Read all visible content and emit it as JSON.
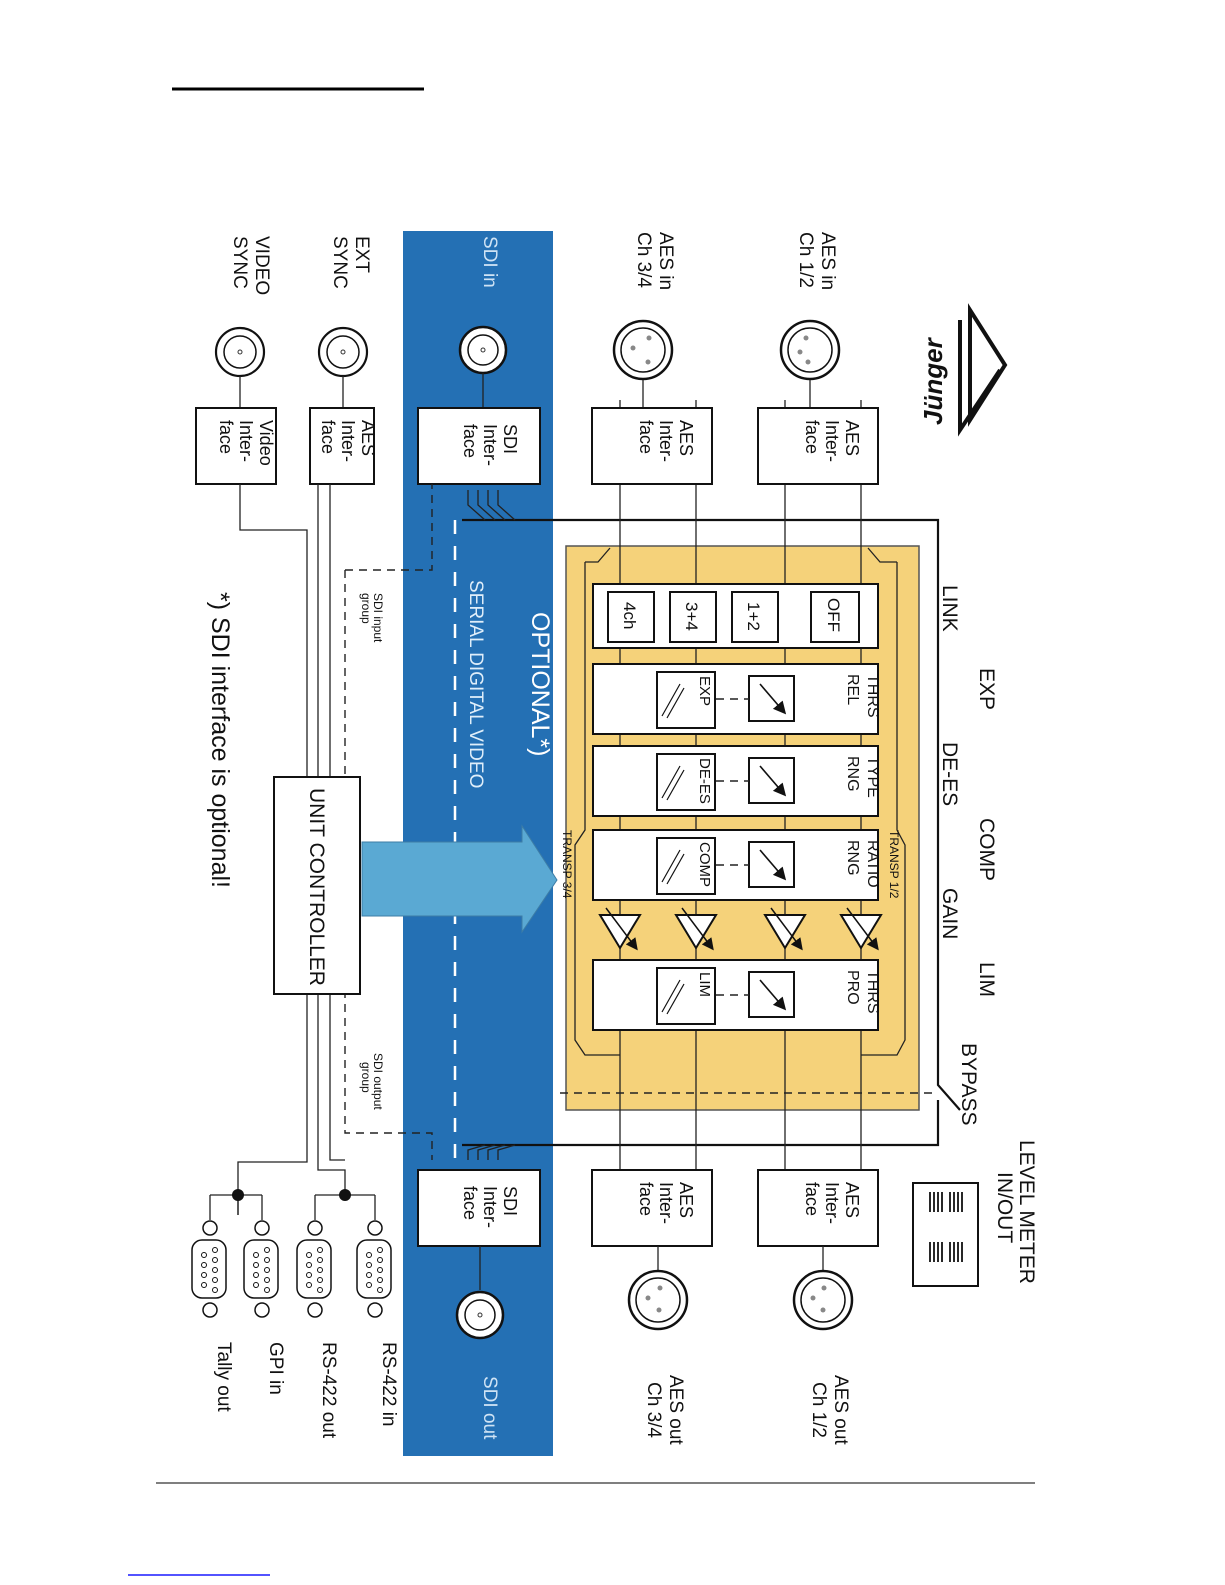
{
  "page": {
    "heading_underline": true,
    "footer_rule": true,
    "footer_link_underline": true
  },
  "colors": {
    "sdi_band": "#2470b4",
    "processing_area": "#f5d27a",
    "arrow": "#5aa9d3",
    "line": "#111111"
  },
  "logo": {
    "brand": "Jünger",
    "icon": "triangle-logo-icon"
  },
  "inputs": [
    {
      "label_line1": "AES in",
      "label_line2": "Ch 1/2",
      "connector": "xlr-connector-icon",
      "iface": [
        "AES",
        "Inter-",
        "face"
      ]
    },
    {
      "label_line1": "AES in",
      "label_line2": "Ch 3/4",
      "connector": "xlr-connector-icon",
      "iface": [
        "AES",
        "Inter-",
        "face"
      ]
    },
    {
      "label_line1": "SDI in",
      "label_line2": "",
      "connector": "bnc-connector-icon",
      "iface": [
        "SDI",
        "Inter-",
        "face"
      ]
    },
    {
      "label_line1": "EXT",
      "label_line2": "SYNC",
      "connector": "bnc-connector-icon",
      "iface": [
        "AES",
        "Inter-",
        "face"
      ]
    },
    {
      "label_line1": "VIDEO",
      "label_line2": "SYNC",
      "connector": "bnc-connector-icon",
      "iface": [
        "Video",
        "Inter-",
        "face"
      ]
    }
  ],
  "outputs": [
    {
      "label_line1": "AES out",
      "label_line2": "Ch 1/2",
      "connector": "xlr-connector-icon",
      "iface": [
        "AES",
        "Inter-",
        "face"
      ]
    },
    {
      "label_line1": "AES out",
      "label_line2": "Ch 3/4",
      "connector": "xlr-connector-icon",
      "iface": [
        "AES",
        "Inter-",
        "face"
      ]
    },
    {
      "label_line1": "SDI out",
      "label_line2": "",
      "connector": "bnc-connector-icon",
      "iface": [
        "SDI",
        "Inter-",
        "face"
      ]
    }
  ],
  "serial_ports": [
    {
      "label": "RS-422 in"
    },
    {
      "label": "RS-422 out"
    },
    {
      "label": "GPI in"
    },
    {
      "label": "Tally out"
    }
  ],
  "sdi_band": {
    "title": "OPTIONAL*)",
    "subtitle": "SERIAL DIGITAL VIDEO",
    "input_group": [
      "SDI input",
      "group"
    ],
    "output_group": [
      "SDI output",
      "group"
    ]
  },
  "unit_controller": "UNIT CONTROLLER",
  "footnote": "*) SDI interface is optional!",
  "sections": [
    "LINK",
    "EXP",
    "DE-ES",
    "COMP",
    "GAIN",
    "LIM",
    "BYPASS"
  ],
  "link_buttons": [
    "OFF",
    "1+2",
    "3+4",
    "4ch"
  ],
  "modules": [
    {
      "id": "exp",
      "params": [
        "THRS",
        "REL"
      ],
      "label": "EXP",
      "icon": "expander-curve-icon"
    },
    {
      "id": "dees",
      "params": [
        "TYPE",
        "RNG"
      ],
      "label": "DE-ES",
      "icon": "deesser-curve-icon"
    },
    {
      "id": "comp",
      "params": [
        "RATIO",
        "RNG"
      ],
      "label": "COMP",
      "icon": "compressor-curve-icon"
    },
    {
      "id": "lim",
      "params": [
        "THRS",
        "PRO"
      ],
      "label": "LIM",
      "icon": "limiter-curve-icon"
    }
  ],
  "transp": {
    "ch12": "TRANSP 1/2",
    "ch34": "TRANSP 3/4"
  },
  "level_meter": {
    "line1": "LEVEL METER",
    "line2": "IN/OUT"
  }
}
